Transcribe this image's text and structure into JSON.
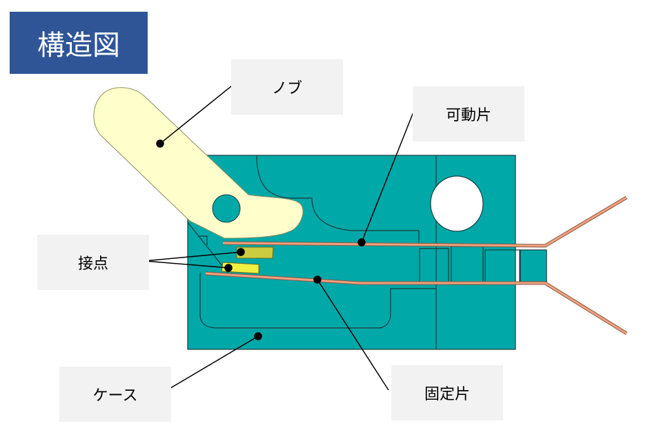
{
  "title": "構造図",
  "labels": {
    "knob": "ノブ",
    "movable_piece": "可動片",
    "contact": "接点",
    "case": "ケース",
    "fixed_piece": "固定片"
  },
  "colors": {
    "title_bg": "#2F5597",
    "case": "#00A8A8",
    "knob": "#FFFFCC",
    "strip": "#F0A080",
    "contact_upper": "#CCCC40",
    "contact_lower": "#F0F040",
    "label_bg": "#F2F2F2"
  }
}
